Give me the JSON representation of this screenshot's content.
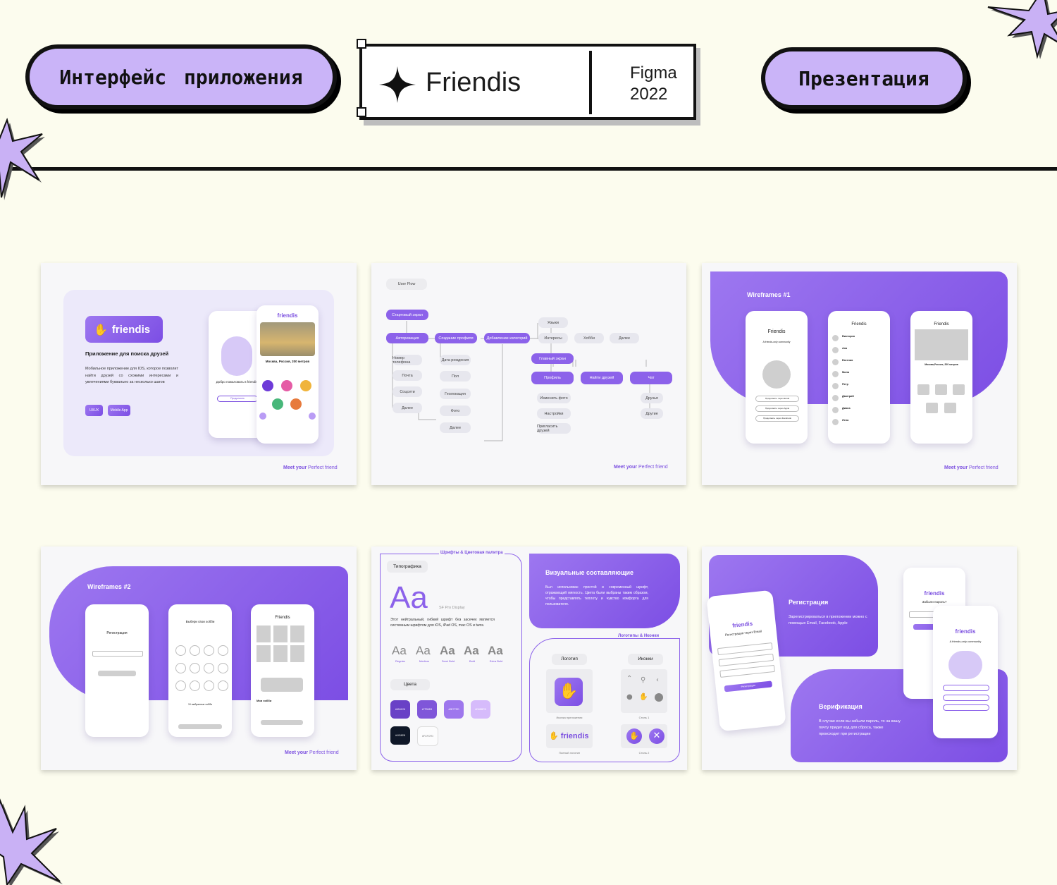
{
  "header": {
    "left_pill": "Интерфейс приложения",
    "logo_name": "Friendis",
    "logo_tool": "Figma",
    "logo_year": "2022",
    "right_pill": "Презентация"
  },
  "colors": {
    "background": "#fcfcee",
    "accent": "#cab4f8",
    "brand": "#7b4fe0",
    "star": "#c9b1f5"
  },
  "slides": {
    "s1": {
      "brand": "friendis",
      "title": "Приложение для поиска друзей",
      "desc": "Мобильное приложение для IOS, которое позволит найти друзей со схожими интересами и увлечениями буквально за несколько шагов",
      "badges": [
        "UI/UX",
        "Mobile App"
      ],
      "phone_brand": "friendis",
      "phone_city": "Москва, Россия, 200 метров",
      "phone_welcome": "Добро пожаловать в friendis",
      "phone_btn": "Продолжить",
      "tagline_bold": "Meet your",
      "tagline": "Perfect friend"
    },
    "s2": {
      "label": "User Flow",
      "nodes": {
        "start": "Стартовый экран",
        "auth": "Авторизация",
        "create": "Создание профиля",
        "addcat": "Добавление категорий",
        "phone": "Номер телефона",
        "mail": "Почта",
        "social": "Соцсети",
        "next1": "Далее",
        "birth": "Дата рождения",
        "gender": "Пол",
        "geo": "Геолокация",
        "photo": "Фото",
        "next2": "Далее",
        "langs": "Языки",
        "interests": "Интересы",
        "hobby": "Хобби",
        "next3": "Далее",
        "main": "Главный экран",
        "profile": "Профиль",
        "find": "Найти друзей",
        "chat": "Чат",
        "editphoto": "Изменить фото",
        "settings": "Настройки",
        "invite": "Пригласить друзей",
        "friends": "Друзья",
        "others": "Другие"
      },
      "tagline_bold": "Meet your",
      "tagline": "Perfect friend"
    },
    "s3": {
      "title": "Wireframes #1",
      "p1_title": "Friendis",
      "p1_sub": "A friends-only community",
      "p1_btns": [
        "Продолжить через Email",
        "Продолжить через Apple",
        "Продолжить через Facebook"
      ],
      "p2_title": "Friendis",
      "p2_names": [
        "Виктория",
        "Аня",
        "Евгения",
        "Мила",
        "Петр",
        "Дмитрий",
        "Диана",
        "Лена"
      ],
      "p3_title": "Friendis",
      "p3_city": "Москва,Россия, 200 метров",
      "tagline_bold": "Meet your",
      "tagline": "Perfect friend"
    },
    "s4": {
      "title": "Wireframes #2",
      "p1_title": "Регистрация",
      "p2_title": "Выбери свои хобби",
      "p2_count": "10 выбранные хобби",
      "p3_title": "Friendis",
      "p3_hobbies": "Мои хобби",
      "tagline_bold": "Meet your",
      "tagline": "Perfect friend"
    },
    "s5": {
      "frame_label": "Шрифты & Цветовая палитра",
      "typo_label": "Типографика",
      "aa": "Aa",
      "font_name": "SF Pro Display",
      "font_desc": "Этот нейтральный, гибкий шрифт без засечек является системным шрифтом для iOS, iPad OS, mac OS и twos.",
      "weights": [
        "Regular",
        "Medium",
        "Semi Bold",
        "Bold",
        "Extra Bold"
      ],
      "colors_label": "Цвета",
      "swatches": [
        "#6941C6",
        "#7F56D9",
        "#9E77ED",
        "#D6BBFB",
        "#101828",
        "#FCFCFD"
      ],
      "visual_title": "Визуальные составляющие",
      "visual_desc": "Был использован простой и современный шрифт, отражающий мягкость. Цвета были выбраны таким образом, чтобы представлять теплоту и чувство комфорта для пользователя.",
      "logo_frame": "Логотипы & Иконки",
      "logo_label": "Логотип",
      "icons_label": "Иконки",
      "app_icon_caption": "Иконка приложения",
      "full_logo": "friendis",
      "full_logo_caption": "Полный логотип",
      "style1": "Стиль 1",
      "style2": "Стиль 2"
    },
    "s6": {
      "reg_title": "Регистрация",
      "reg_desc": "Зарегистрироваться в приложении можно с помощью Email, Facebook, Apple",
      "ver_title": "Верификация",
      "ver_desc": "В случае если вы забыли пароль, то на вашу почту придет код для сброса, также происходит при регистрации",
      "p1_brand": "friendis",
      "p1_sub": "Регистрация через Email",
      "p1_btn": "Регистрация",
      "p2_brand": "friendis",
      "p2_sub": "Забыли пароль?",
      "p3_brand": "friendis",
      "p3_sub": "A friends-only community"
    }
  }
}
